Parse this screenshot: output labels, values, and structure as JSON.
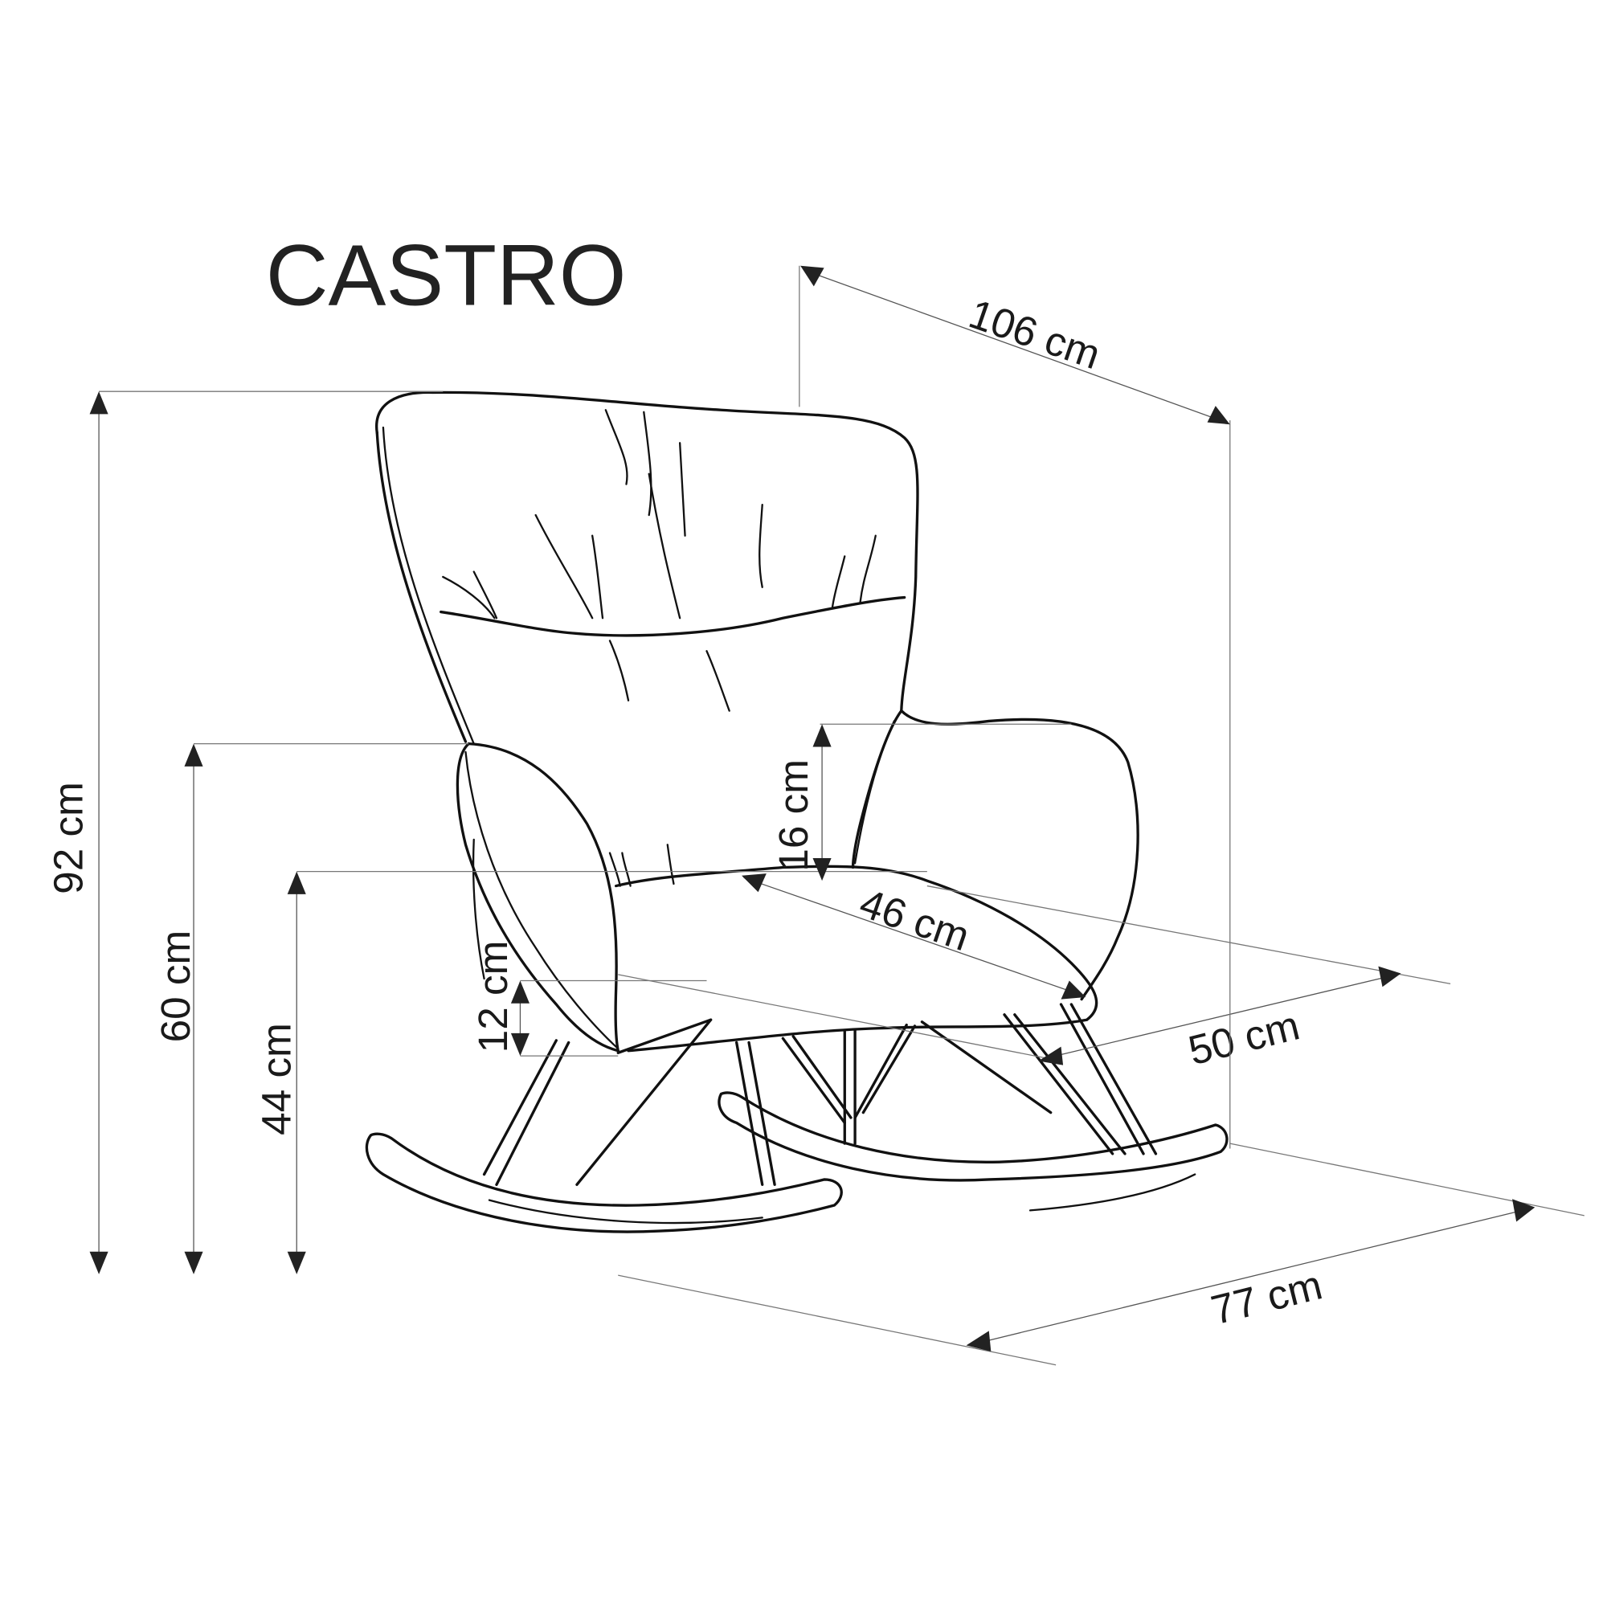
{
  "product": {
    "name": "CASTRO",
    "type": "rocking armchair"
  },
  "dimensions": {
    "total_height": "92 cm",
    "armrest_height": "60 cm",
    "seat_height": "44 cm",
    "armrest_above_seat": "16 cm",
    "seat_thickness": "12 cm",
    "seat_depth": "46 cm",
    "seat_width": "50 cm",
    "total_depth": "106 cm",
    "total_width": "77 cm"
  },
  "colors": {
    "line": "#111111",
    "dimension_line": "#555555",
    "text": "#1a1a1a",
    "background": "#ffffff"
  }
}
